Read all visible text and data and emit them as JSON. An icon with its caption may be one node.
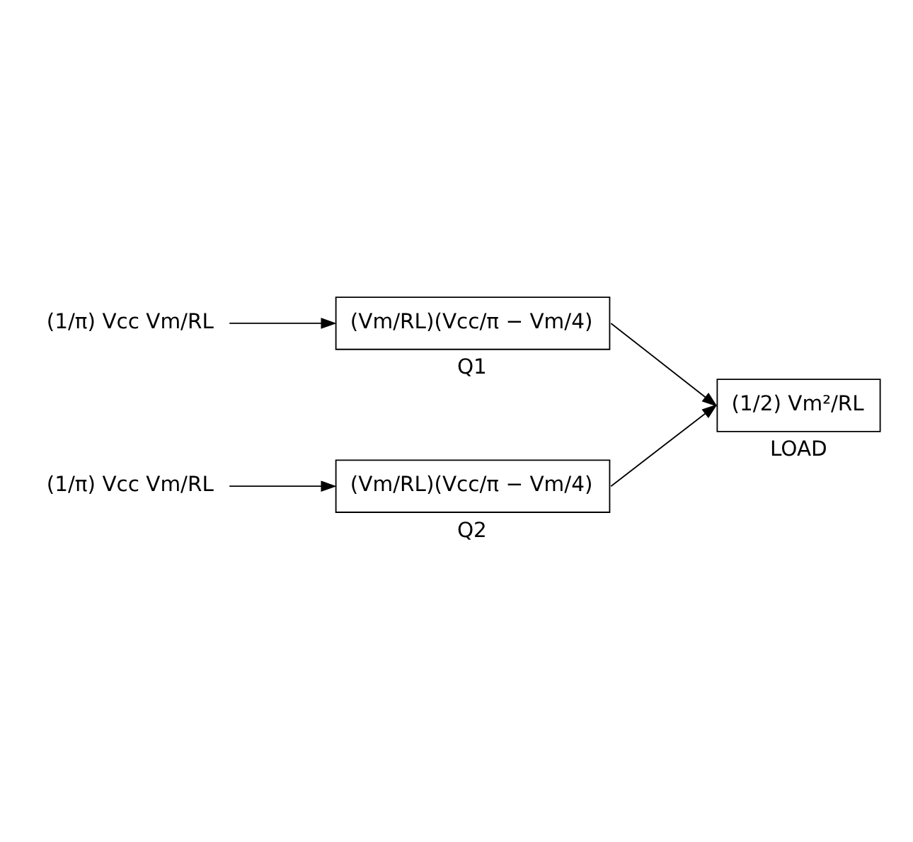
{
  "diagram": {
    "nodes": [
      {
        "text": [
          "(1/π) Vcc Vm/RL"
        ]
      },
      {
        "text": [
          "(Vm/RL)(Vcc/π − Vm/4)"
        ],
        "beside": [
          "Q1"
        ]
      },
      {
        "text": [
          "(1/2) Vm²/RL"
        ],
        "beside": [
          "LOAD"
        ]
      },
      {
        "text": [
          "(Vm/RL)(Vcc/π − Vm/4)"
        ],
        "beside": [
          "Q2"
        ]
      },
      {
        "text": [
          "(1/π) Vcc Vm/RL"
        ]
      }
    ],
    "edges": [
      {
        "from": 0,
        "to": 1,
        "arrow": "to"
      },
      {
        "from": 1,
        "to": 2,
        "arrow": "to"
      },
      {
        "from": 3,
        "to": 2,
        "arrow": "to"
      },
      {
        "from": 4,
        "to": 3,
        "arrow": "to"
      }
    ]
  }
}
